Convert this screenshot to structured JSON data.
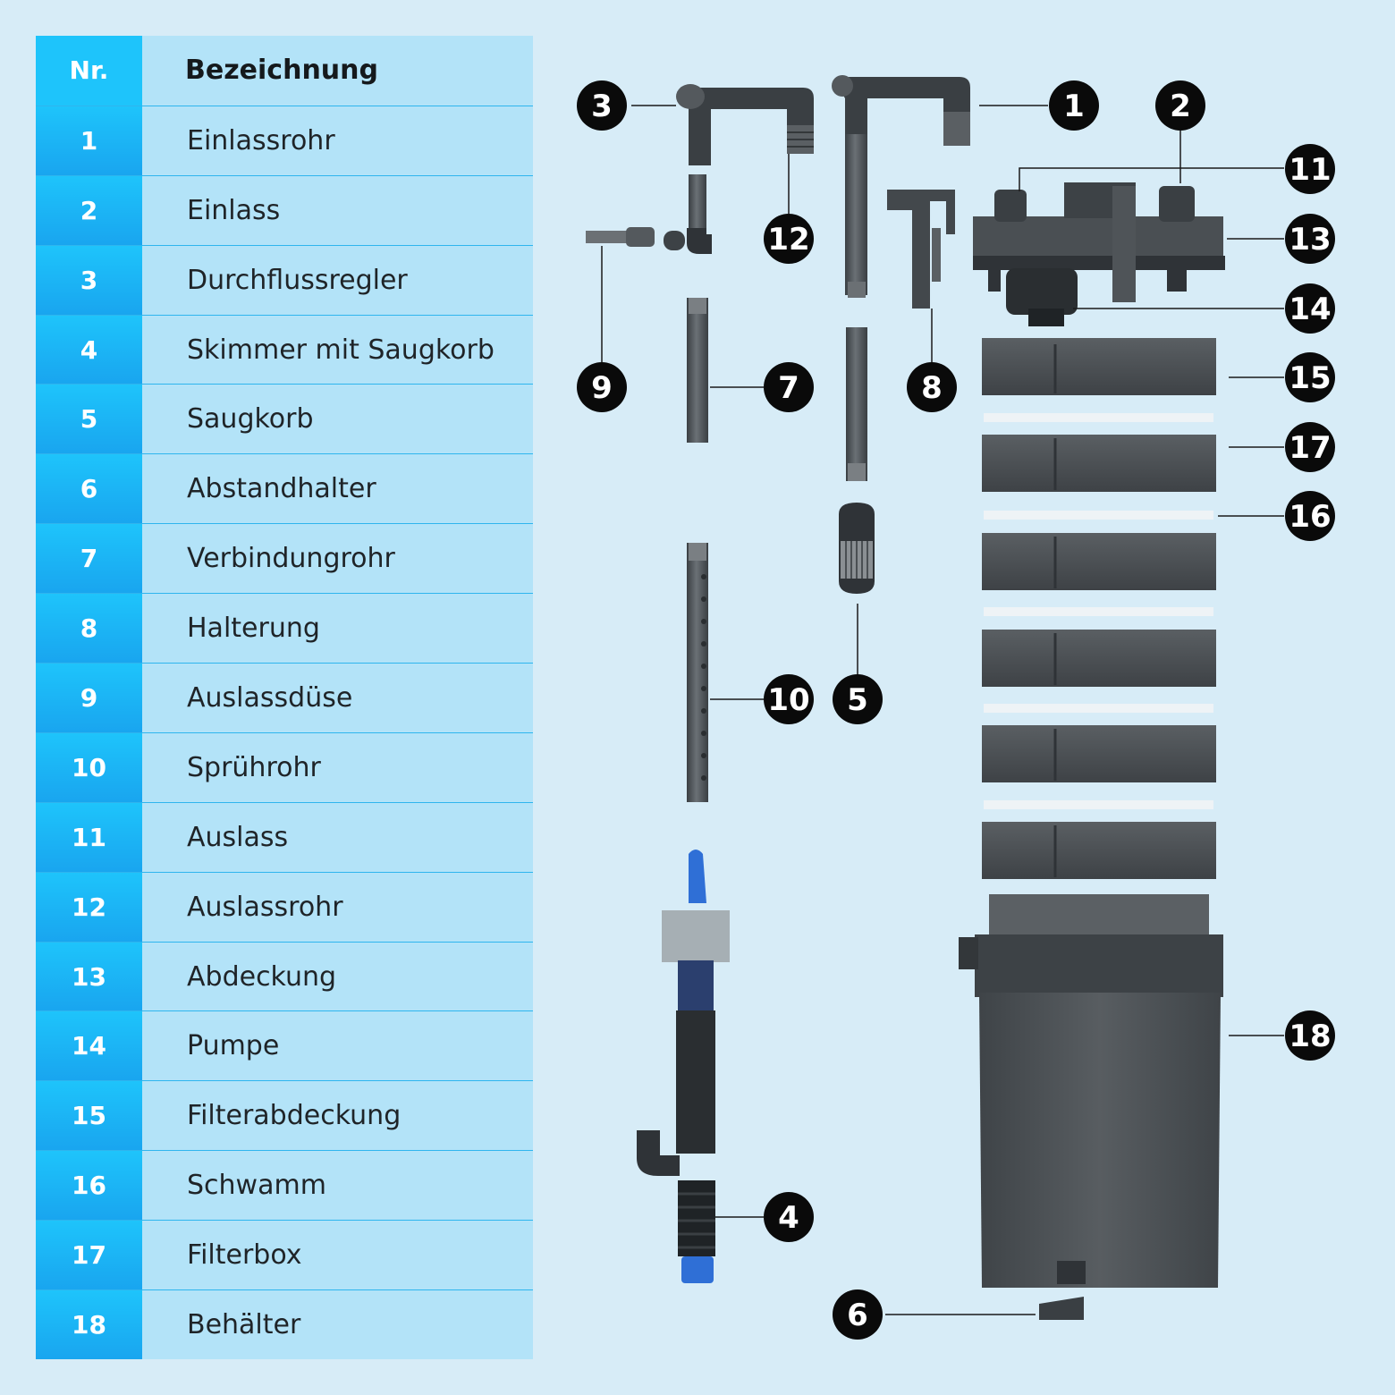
{
  "table": {
    "header": {
      "nr": "Nr.",
      "name": "Bezeichnung"
    },
    "rows": [
      {
        "nr": "1",
        "name": "Einlassrohr"
      },
      {
        "nr": "2",
        "name": "Einlass"
      },
      {
        "nr": "3",
        "name": "Durchflussregler"
      },
      {
        "nr": "4",
        "name": "Skimmer mit Saugkorb"
      },
      {
        "nr": "5",
        "name": "Saugkorb"
      },
      {
        "nr": "6",
        "name": "Abstandhalter"
      },
      {
        "nr": "7",
        "name": "Verbindungrohr"
      },
      {
        "nr": "8",
        "name": "Halterung"
      },
      {
        "nr": "9",
        "name": "Auslassdüse"
      },
      {
        "nr": "10",
        "name": "Sprührohr"
      },
      {
        "nr": "11",
        "name": "Auslass"
      },
      {
        "nr": "12",
        "name": "Auslassrohr"
      },
      {
        "nr": "13",
        "name": "Abdeckung"
      },
      {
        "nr": "14",
        "name": "Pumpe"
      },
      {
        "nr": "15",
        "name": "Filterabdeckung"
      },
      {
        "nr": "16",
        "name": "Schwamm"
      },
      {
        "nr": "17",
        "name": "Filterbox"
      },
      {
        "nr": "18",
        "name": "Behälter"
      }
    ]
  },
  "diagram": {
    "callouts": [
      "1",
      "2",
      "3",
      "4",
      "5",
      "6",
      "7",
      "8",
      "9",
      "10",
      "11",
      "12",
      "13",
      "14",
      "15",
      "16",
      "17",
      "18"
    ]
  },
  "colors": {
    "background": "#d7ecf7",
    "nr_column": "#1ec4fb",
    "name_column": "#b3e3f8",
    "part_gray": "#4d5357",
    "part_dark": "#2c3034",
    "accent_blue": "#2f6fd6",
    "callout": "#0a0a0a"
  }
}
